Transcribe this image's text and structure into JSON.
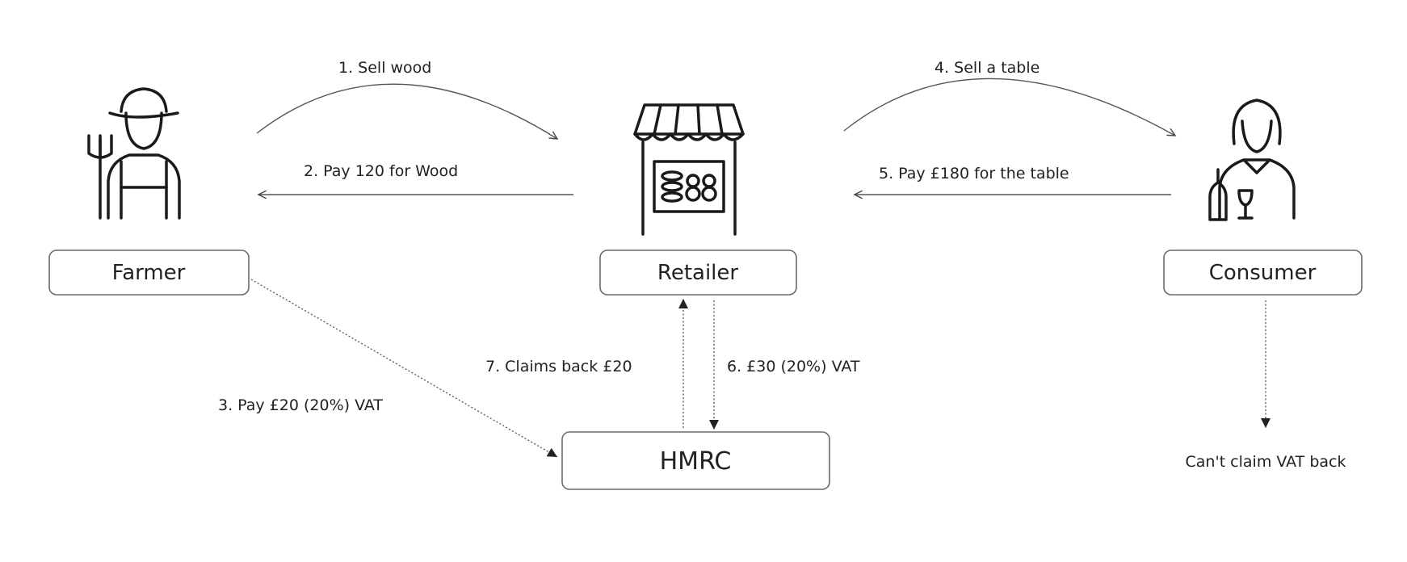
{
  "nodes": {
    "farmer": {
      "label": "Farmer",
      "icon": "farmer-icon"
    },
    "retailer": {
      "label": "Retailer",
      "icon": "shop-icon"
    },
    "consumer": {
      "label": "Consumer",
      "icon": "consumer-icon"
    },
    "hmrc": {
      "label": "HMRC"
    }
  },
  "edges": {
    "sell_wood": "1. Sell wood",
    "pay_wood": "2. Pay 120 for Wood",
    "pay_vat_farmer": "3. Pay £20 (20%) VAT",
    "sell_table": "4. Sell a table",
    "pay_table": "5.  Pay £180 for the table",
    "retailer_vat": "6. £30 (20%) VAT",
    "claims_back": "7. Claims back £20"
  },
  "consumer_note": "Can't claim VAT back"
}
